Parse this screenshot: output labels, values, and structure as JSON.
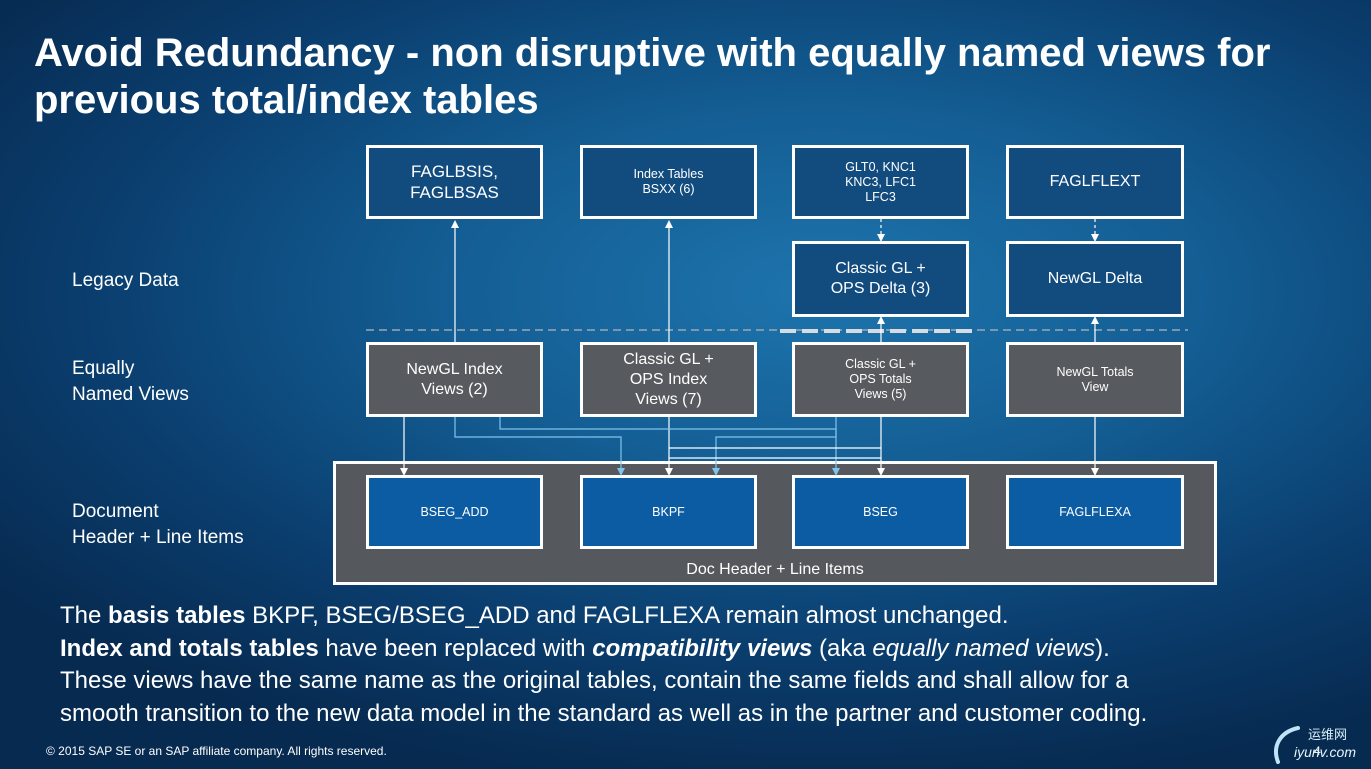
{
  "title": "Avoid Redundancy - non disruptive with equally named views for previous total/index tables",
  "row_labels": {
    "legacy": [
      "Legacy Data"
    ],
    "views": [
      "Equally",
      "Named Views"
    ],
    "docs": [
      "Document",
      "Header + Line Items"
    ]
  },
  "legacy_tables": [
    [
      "FAGLBSIS,",
      "FAGLBSAS"
    ],
    [
      "Index Tables",
      "BSXX (6)"
    ],
    [
      "GLT0, KNC1",
      "KNC3, LFC1",
      "LFC3"
    ],
    [
      "FAGLFLEXT"
    ]
  ],
  "delta_tables": [
    [
      "Classic GL +",
      "OPS Delta (3)"
    ],
    [
      "NewGL Delta"
    ]
  ],
  "views": [
    [
      "NewGL Index",
      "Views (2)"
    ],
    [
      "Classic GL +",
      "OPS Index",
      "Views (7)"
    ],
    [
      "Classic GL +",
      "OPS Totals",
      "Views (5)"
    ],
    [
      "NewGL Totals",
      "View"
    ]
  ],
  "base_tables": [
    "BSEG_ADD",
    "BKPF",
    "BSEG",
    "FAGLFLEXA"
  ],
  "container_label": "Doc Header + Line Items",
  "body": {
    "l1_a": "The ",
    "l1_b": "basis tables",
    "l1_c": " BKPF, BSEG/BSEG_ADD and FAGLFLEXA remain almost unchanged.",
    "l2_a": "Index and totals tables",
    "l2_b": " have been replaced with ",
    "l2_c": "compatibility views",
    "l2_d": " (aka ",
    "l2_e": "equally named views",
    "l2_f": ").",
    "l3": "These views have the same name as the original tables, contain the same fields and shall allow for a",
    "l4": "smooth transition to the new data model in the standard as well as in the partner and customer coding."
  },
  "footer": "© 2015 SAP SE or an SAP affiliate company. All rights reserved.",
  "page_number": "4",
  "watermark": {
    "cn": "运维网",
    "en": "iyunv.com"
  },
  "colors": {
    "legacy_box": "#124c7f",
    "view_box": "#575a5e",
    "base_box": "#0c5ca4",
    "container": "#55585c",
    "connector_blue": "#7fc4ec"
  }
}
